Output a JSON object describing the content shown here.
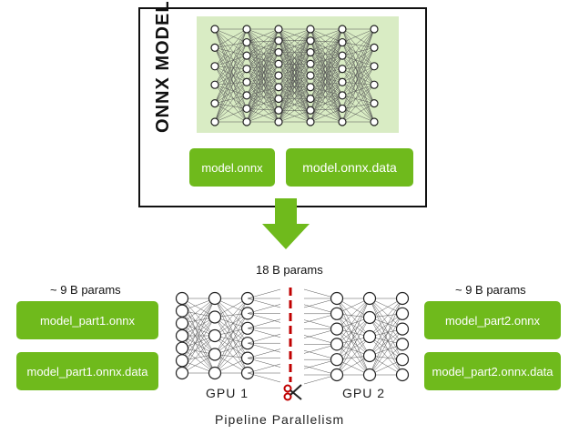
{
  "model": {
    "title": "ONNX MODEL",
    "files": [
      "model.onnx",
      "model.onnx.data"
    ]
  },
  "total_params": "18 B params",
  "left": {
    "params": "~ 9 B params",
    "files": [
      "model_part1.onnx",
      "model_part1.onnx.data"
    ],
    "gpu": "GPU 1"
  },
  "right": {
    "params": "~ 9 B params",
    "files": [
      "model_part2.onnx",
      "model_part2.onnx.data"
    ],
    "gpu": "GPU 2"
  },
  "caption": "Pipeline Parallelism",
  "colors": {
    "green": "#6fba1c",
    "green_panel": "#d9ecc4",
    "arrow": "#6fba1c",
    "split_line": "#c00000"
  },
  "icons": [
    "neural-network-icon",
    "down-arrow-icon",
    "scissors-icon"
  ]
}
